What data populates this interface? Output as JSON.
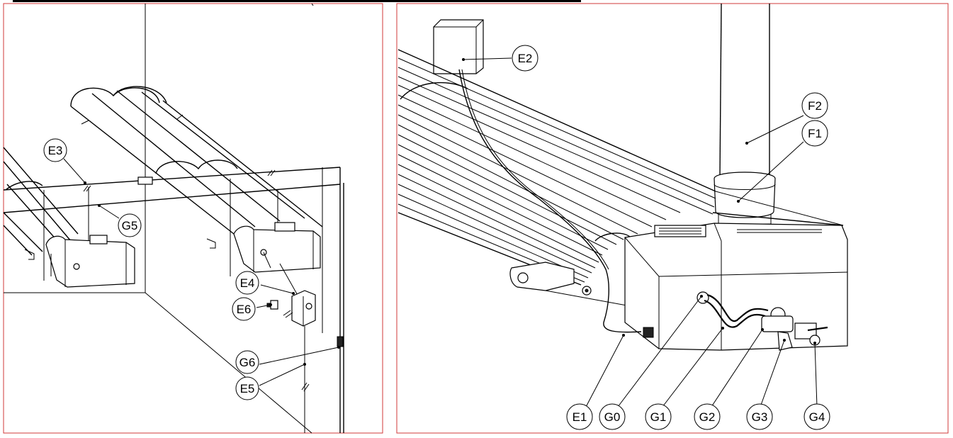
{
  "left_panel": {
    "callouts": [
      {
        "id": "E3",
        "label": "E3"
      },
      {
        "id": "G5",
        "label": "G5"
      },
      {
        "id": "E4",
        "label": "E4"
      },
      {
        "id": "E6",
        "label": "E6"
      },
      {
        "id": "G6",
        "label": "G6"
      },
      {
        "id": "E5",
        "label": "E5"
      }
    ]
  },
  "right_panel": {
    "callouts": [
      {
        "id": "E2",
        "label": "E2"
      },
      {
        "id": "F2",
        "label": "F2"
      },
      {
        "id": "F1",
        "label": "F1"
      },
      {
        "id": "E1",
        "label": "E1"
      },
      {
        "id": "G0",
        "label": "G0"
      },
      {
        "id": "G1",
        "label": "G1"
      },
      {
        "id": "G2",
        "label": "G2"
      },
      {
        "id": "G3",
        "label": "G3"
      },
      {
        "id": "G4",
        "label": "G4"
      }
    ]
  },
  "colors": {
    "frame": "#d23a3a",
    "ink": "#000000",
    "background": "#ffffff"
  }
}
